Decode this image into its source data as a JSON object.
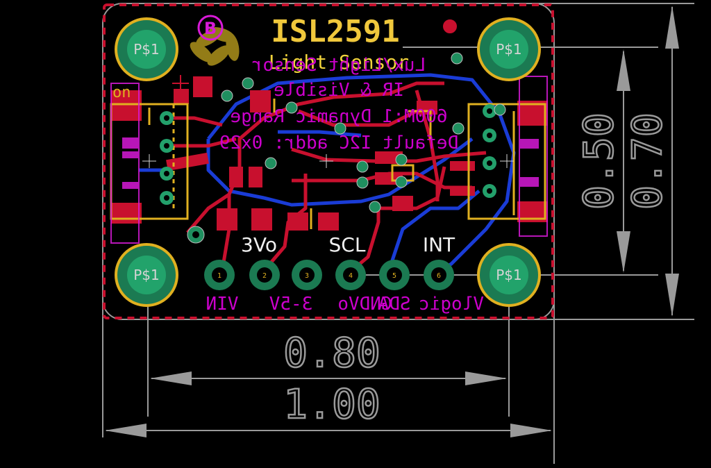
{
  "board": {
    "title": "ISL2591",
    "subtitle": "Light Sensor",
    "mirrored_notes": [
      "Lux/Light Sensor",
      "IR & Visible",
      "600M:1 Dynamic Range",
      "Default I2C addr: 0x29"
    ],
    "logo_letter": "B",
    "on_label": "on"
  },
  "mounting_holes": [
    {
      "label": "P$1"
    },
    {
      "label": "P$1"
    },
    {
      "label": "P$1"
    },
    {
      "label": "P$1"
    }
  ],
  "pins_top": {
    "labels": [
      "3Vo",
      "SCL",
      "INT"
    ]
  },
  "pins_bottom": {
    "labels": [
      "VIN",
      "3-5V",
      "GND",
      "Vo",
      "SDA",
      "Vlogic"
    ]
  },
  "pin_numbers": [
    "1",
    "2",
    "3",
    "4",
    "5",
    "6"
  ],
  "dimensions": {
    "width_inner": "0.80",
    "width_outer": "1.00",
    "height_inner": "0.50",
    "height_outer": "0.70"
  },
  "colors": {
    "top_copper": "#c8102e",
    "bottom_copper": "#1a3cd6",
    "silkscreen": "#e0b020",
    "docu": "#d81ad8",
    "dimension": "#9a9a9a",
    "via": "#1f8f5f",
    "background": "#000000"
  }
}
